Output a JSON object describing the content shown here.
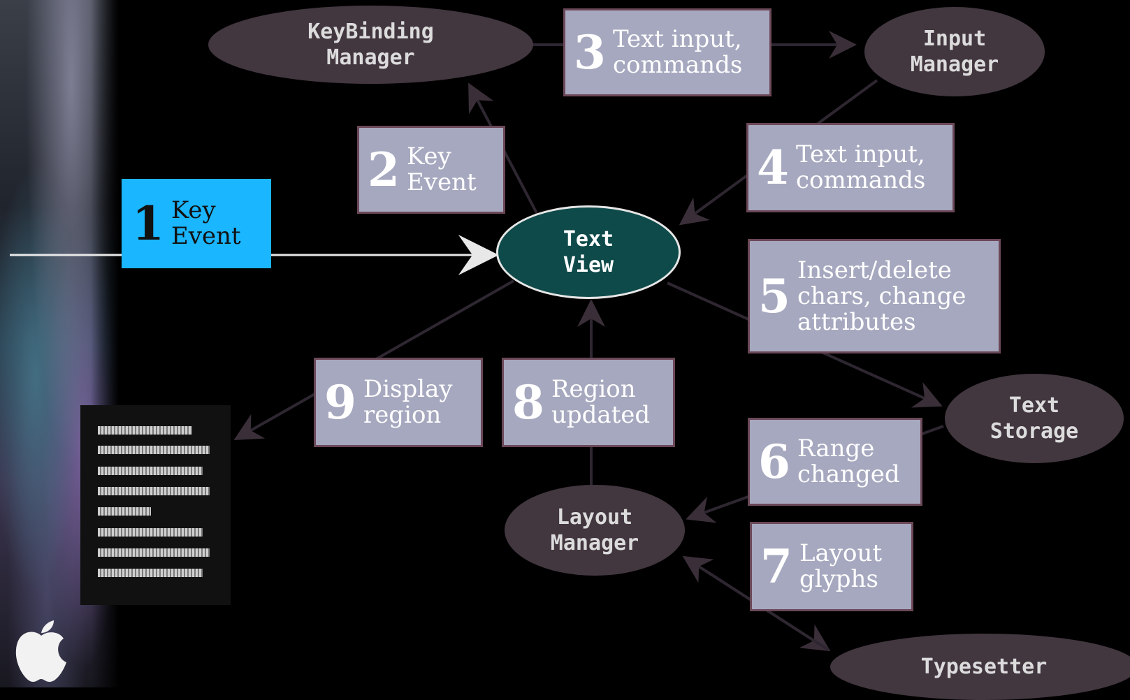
{
  "nodes": {
    "keybinding_manager": "KeyBinding\nManager",
    "input_manager": "Input\nManager",
    "text_view": "Text\nView",
    "text_storage": "Text\nStorage",
    "layout_manager": "Layout\nManager",
    "typesetter": "Typesetter"
  },
  "steps": [
    {
      "num": "1",
      "text": "Key\nEvent"
    },
    {
      "num": "2",
      "text": "Key\nEvent"
    },
    {
      "num": "3",
      "text": "Text input,\ncommands"
    },
    {
      "num": "4",
      "text": "Text input,\ncommands"
    },
    {
      "num": "5",
      "text": "Insert/delete\nchars, change\nattributes"
    },
    {
      "num": "6",
      "text": "Range\nchanged"
    },
    {
      "num": "7",
      "text": "Layout\nglyphs"
    },
    {
      "num": "8",
      "text": "Region\nupdated"
    },
    {
      "num": "9",
      "text": "Display\nregion"
    }
  ],
  "colors": {
    "background": "#000000",
    "step_box": "#a6a8bf",
    "step_border": "#6b4858",
    "active_step": "#1ab6ff",
    "node": "#42363f",
    "text_view": "#0f4a4a",
    "connector": "#2e2630"
  },
  "icons": [
    "apple-logo-icon",
    "text-document-icon"
  ]
}
